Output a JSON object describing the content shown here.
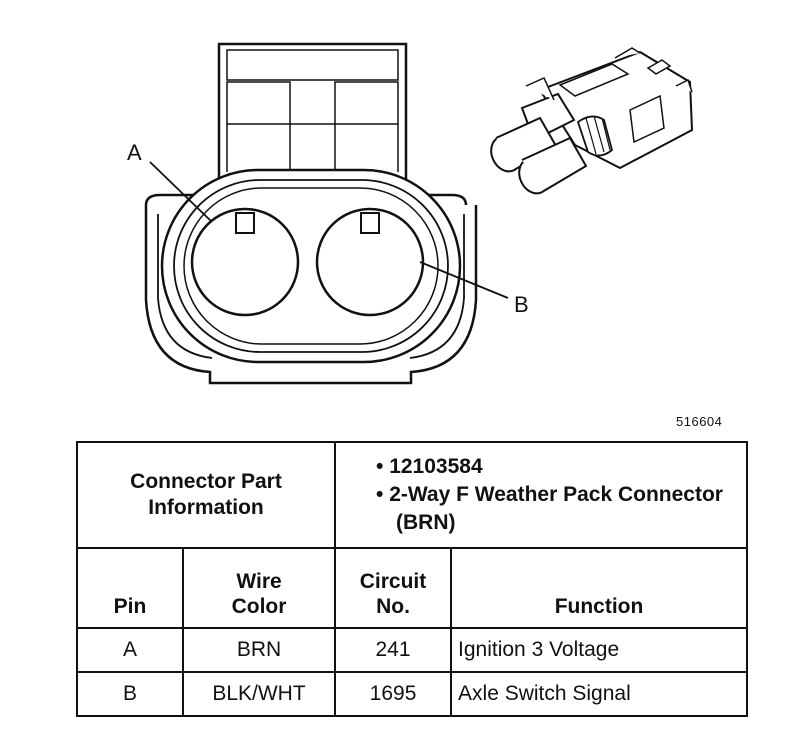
{
  "figure_id": "516604",
  "pin_labels": {
    "a": "A",
    "b": "B"
  },
  "connector_info": {
    "heading": "Connector Part Information",
    "part_number": "12103584",
    "description": "2-Way F Weather Pack Connector (BRN)"
  },
  "columns": {
    "pin": "Pin",
    "wire_color_line1": "Wire",
    "wire_color_line2": "Color",
    "circuit_line1": "Circuit",
    "circuit_line2": "No.",
    "function": "Function"
  },
  "rows": [
    {
      "pin": "A",
      "wire_color": "BRN",
      "circuit": "241",
      "function": "Ignition 3 Voltage"
    },
    {
      "pin": "B",
      "wire_color": "BLK/WHT",
      "circuit": "1695",
      "function": "Axle Switch Signal"
    }
  ]
}
